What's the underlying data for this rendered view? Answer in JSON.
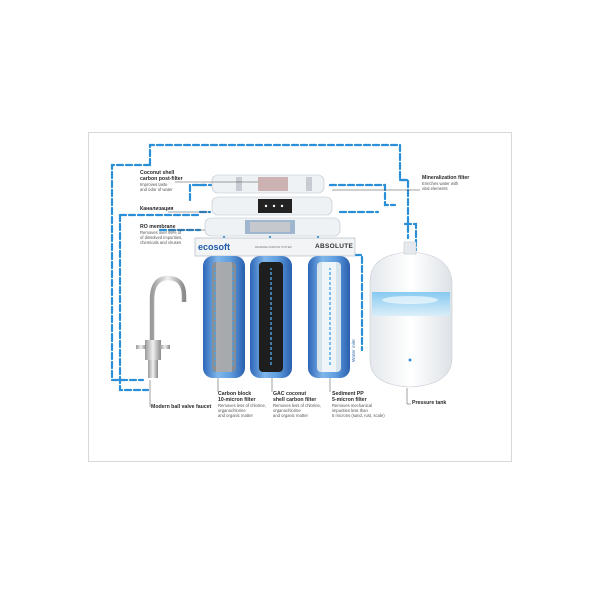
{
  "brand": "ecosoft",
  "model": "ABSOLUTE",
  "model_subtitle": "REVERSE OSMOSIS SYSTEM",
  "water_inlet": "Water inlet",
  "colors": {
    "tube": "#2a8fd6",
    "housing_blue": "#3a78c8",
    "housing_light": "#9cc8ee",
    "frame_border": "#d9d9d9"
  },
  "labels": {
    "post_filter": {
      "title": "Coconut shell\ncarbon post-filter",
      "desc": "Improves taste\nand odor of water"
    },
    "drain": {
      "title": "Канализация"
    },
    "membrane": {
      "title": "RO membrane",
      "desc": "Removes over 99% of\nof dissolved impurities,\nchemicals and viruses"
    },
    "mineralization": {
      "title": "Mineralization filter",
      "desc": "Enriches water with\nvital elements"
    },
    "faucet": {
      "title": "Modern ball valve faucet"
    },
    "carbon_block": {
      "title": "Carbon block\n10-micron filter",
      "desc": "Removes less of chlorine,\norganochlorine\nand organic matter"
    },
    "gac": {
      "title": "GAC coconut\nshell carbon filter",
      "desc": "Removes less of chlorine,\norganochlorine\nand organic matter"
    },
    "sediment": {
      "title": "Sediment PP\n5-micron filter",
      "desc": "Removes mechanical\nimpurities less than\n5 microns (sand, rust, scale)"
    },
    "tank": {
      "title": "Pressure tank"
    }
  }
}
